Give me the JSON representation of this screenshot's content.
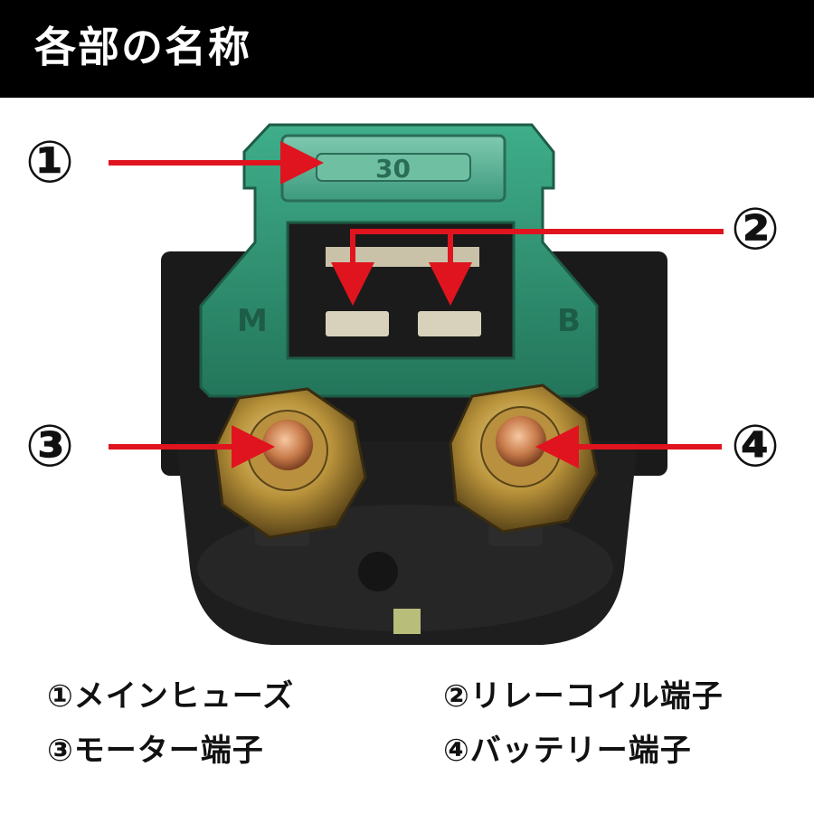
{
  "header": {
    "title": "各部の名称"
  },
  "callouts": [
    "①",
    "②",
    "③",
    "④"
  ],
  "legend": {
    "item1": "①メインヒューズ",
    "item2": "②リレーコイル端子",
    "item3": "③モーター端子",
    "item4": "④バッテリー端子"
  },
  "fuse_label": "30",
  "connector_marks": {
    "left": "M",
    "right": "B"
  },
  "colors": {
    "header_bg": "#000000",
    "arrow": "#e0141e",
    "housing_green": "#2f9a78",
    "body_black": "#1e1e1e"
  }
}
